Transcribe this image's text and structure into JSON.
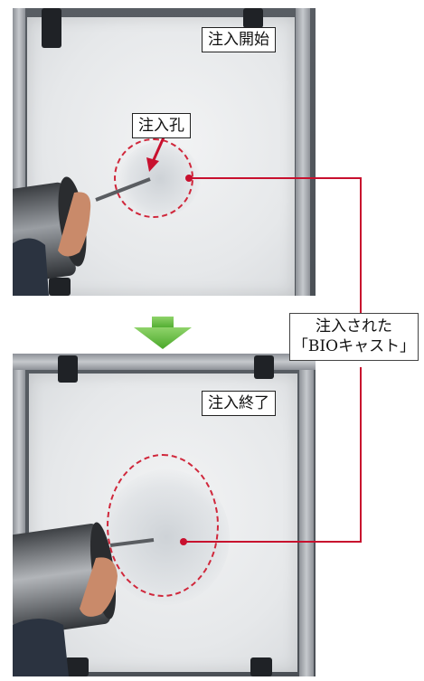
{
  "labels": {
    "start": "注入開始",
    "hole": "注入孔",
    "end": "注入終了",
    "injected_line1": "注入された",
    "injected_line2": "「BIOキャスト」"
  },
  "icons": {
    "transition": "down-arrow-icon",
    "pointer": "red-arrow-icon"
  },
  "colors": {
    "annotation_red": "#c8102e",
    "transition_arrow": "#5cb836"
  }
}
